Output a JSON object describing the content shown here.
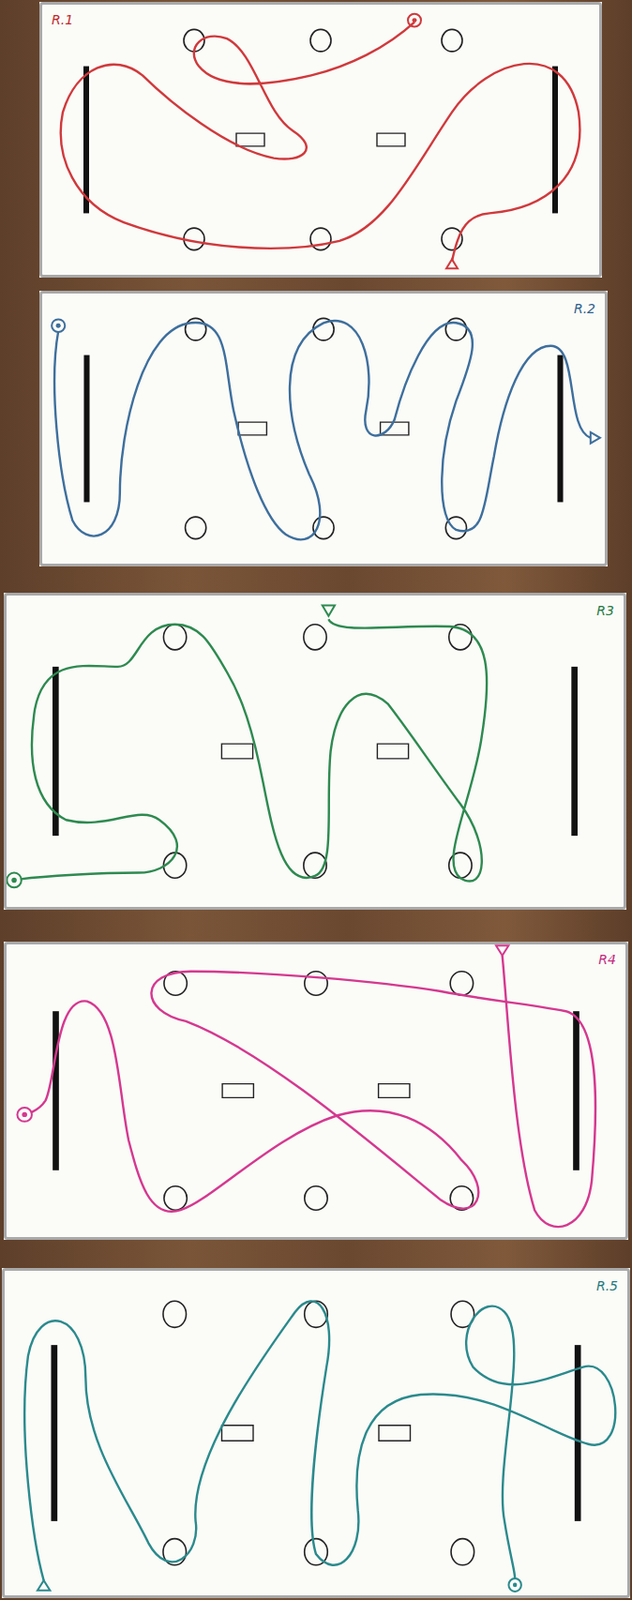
{
  "diagram": {
    "nodes": [
      {
        "text": [
          "R.1"
        ]
      },
      {
        "text": [
          "R.2"
        ]
      },
      {
        "text": [
          "R3"
        ]
      },
      {
        "text": [
          "R4"
        ]
      },
      {
        "text": [
          "R.5"
        ]
      }
    ]
  }
}
